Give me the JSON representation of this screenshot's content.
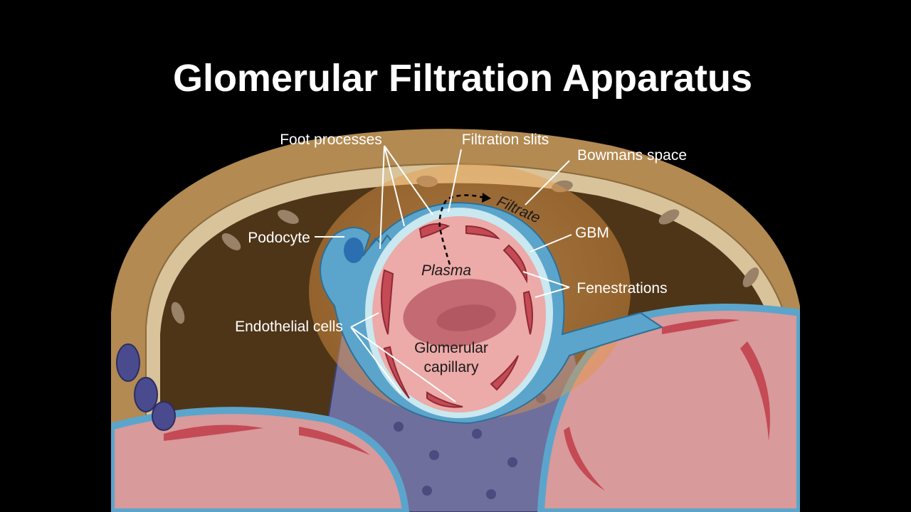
{
  "title": "Glomerular Filtration Apparatus",
  "labels": {
    "foot_processes": "Foot processes",
    "filtration_slits": "Filtration slits",
    "bowmans_space": "Bowmans space",
    "podocyte": "Podocyte",
    "gbm": "GBM",
    "fenestrations": "Fenestrations",
    "endothelial_cells": "Endothelial cells",
    "plasma": "Plasma",
    "filtrate": "Filtrate",
    "capillary_line1": "Glomerular",
    "capillary_line2": "capillary"
  },
  "colors": {
    "background": "#000000",
    "capsule_tan": "#b28a52",
    "bowmans_space": "#4e3518",
    "podocyte_blue": "#5ba5cc",
    "gbm": "#c9e8ef",
    "capillary_pink": "#ecaaa8",
    "endothelial_red": "#c44a55",
    "rbc": "#c46a72",
    "mesangial": "#6e6f9d",
    "highlight": "#f0a050"
  }
}
